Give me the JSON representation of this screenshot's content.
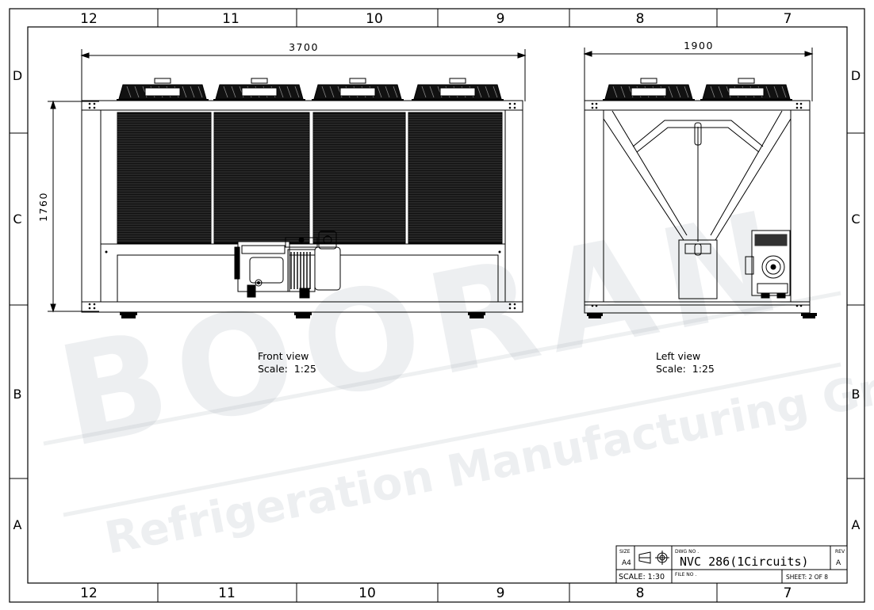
{
  "border": {
    "columns": [
      "12",
      "11",
      "10",
      "9",
      "8",
      "7"
    ],
    "rows": [
      "D",
      "C",
      "B",
      "A"
    ]
  },
  "front_view": {
    "width_dim": "3700",
    "height_dim": "1760",
    "label": "Front view",
    "scale": "Scale:  1:25",
    "fans": 4
  },
  "left_view": {
    "width_dim": "1900",
    "label": "Left view",
    "scale": "Scale:  1:25",
    "fans": 2
  },
  "watermark": {
    "brand": "BOORAN",
    "tagline": "Refrigeration Manufacturing Group"
  },
  "title_block": {
    "size_label": "SIZE",
    "size": "A4",
    "dwg_label": "DWG NO .",
    "dwg_no": "NVC 286(1Circuits)",
    "rev_label": "REV",
    "rev": "A",
    "scale": "SCALE: 1:30",
    "file_label": "FILE NO .",
    "sheet": "SHEET: 2 OF 8"
  }
}
